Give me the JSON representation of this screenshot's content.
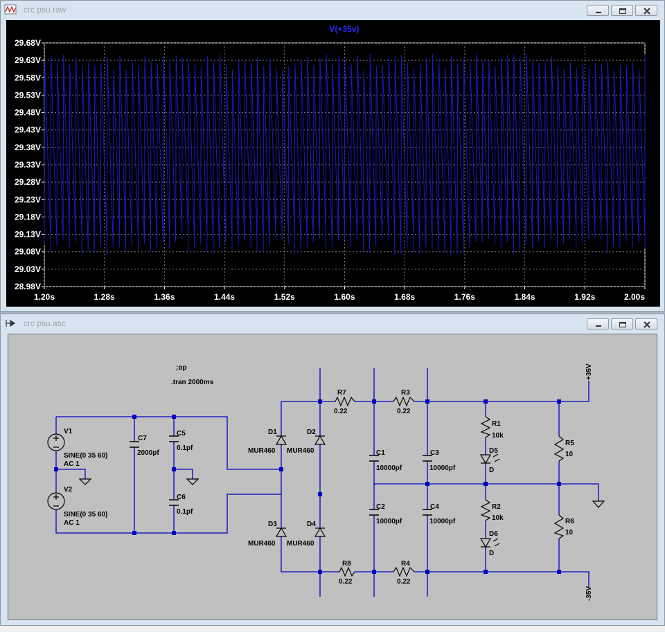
{
  "waveform_window": {
    "title": "crc psu.raw",
    "trace_label": "V(+35v)"
  },
  "schematic_window": {
    "title": "crc psu.asc"
  },
  "colors": {
    "trace": "#1a1acc",
    "wire": "#0000c0",
    "grid": "#808080",
    "plot_bg": "#000000",
    "schematic_bg": "#c0c0c0",
    "axis_text": "#ffffff"
  },
  "chart_data": {
    "type": "line",
    "title": "V(+35v)",
    "xlabel": "",
    "ylabel": "",
    "xlim": [
      1.2,
      2.0
    ],
    "ylim": [
      28.98,
      29.68
    ],
    "grid": true,
    "x_ticks": [
      "1.20s",
      "1.28s",
      "1.36s",
      "1.44s",
      "1.52s",
      "1.60s",
      "1.68s",
      "1.76s",
      "1.84s",
      "1.92s",
      "2.00s"
    ],
    "y_ticks": [
      "29.68V",
      "29.63V",
      "29.58V",
      "29.53V",
      "29.48V",
      "29.43V",
      "29.38V",
      "29.33V",
      "29.28V",
      "29.23V",
      "29.18V",
      "29.13V",
      "29.08V",
      "29.03V",
      "28.98V"
    ],
    "series": [
      {
        "name": "V(+35v)",
        "ripple_hz": 120,
        "max": 29.65,
        "min": 29.07,
        "ripple_pp": 0.58
      }
    ]
  },
  "schematic": {
    "directives": [
      ";op",
      ".tran 2000ms"
    ],
    "sources": [
      {
        "name": "V1",
        "value": "SINE(0 35 60)",
        "ac": "AC 1"
      },
      {
        "name": "V2",
        "value": "SINE(0 35 60)",
        "ac": "AC 1"
      }
    ],
    "capacitors": [
      {
        "name": "C7",
        "value": "2000pf"
      },
      {
        "name": "C5",
        "value": "0.1pf"
      },
      {
        "name": "C6",
        "value": "0.1pf"
      },
      {
        "name": "C1",
        "value": "10000pf"
      },
      {
        "name": "C2",
        "value": "10000pf"
      },
      {
        "name": "C3",
        "value": "10000pf"
      },
      {
        "name": "C4",
        "value": "10000pf"
      }
    ],
    "diodes": [
      {
        "name": "D1",
        "value": "MUR460"
      },
      {
        "name": "D2",
        "value": "MUR460"
      },
      {
        "name": "D3",
        "value": "MUR460"
      },
      {
        "name": "D4",
        "value": "MUR460"
      }
    ],
    "leds": [
      {
        "name": "D5",
        "value": "D"
      },
      {
        "name": "D6",
        "value": "D"
      }
    ],
    "resistors": [
      {
        "name": "R7",
        "value": "0.22"
      },
      {
        "name": "R3",
        "value": "0.22"
      },
      {
        "name": "R8",
        "value": "0.22"
      },
      {
        "name": "R4",
        "value": "0.22"
      },
      {
        "name": "R1",
        "value": "10k"
      },
      {
        "name": "R2",
        "value": "10k"
      },
      {
        "name": "R5",
        "value": "10"
      },
      {
        "name": "R6",
        "value": "10"
      }
    ],
    "net_labels": [
      "+35V",
      "-35V"
    ]
  }
}
